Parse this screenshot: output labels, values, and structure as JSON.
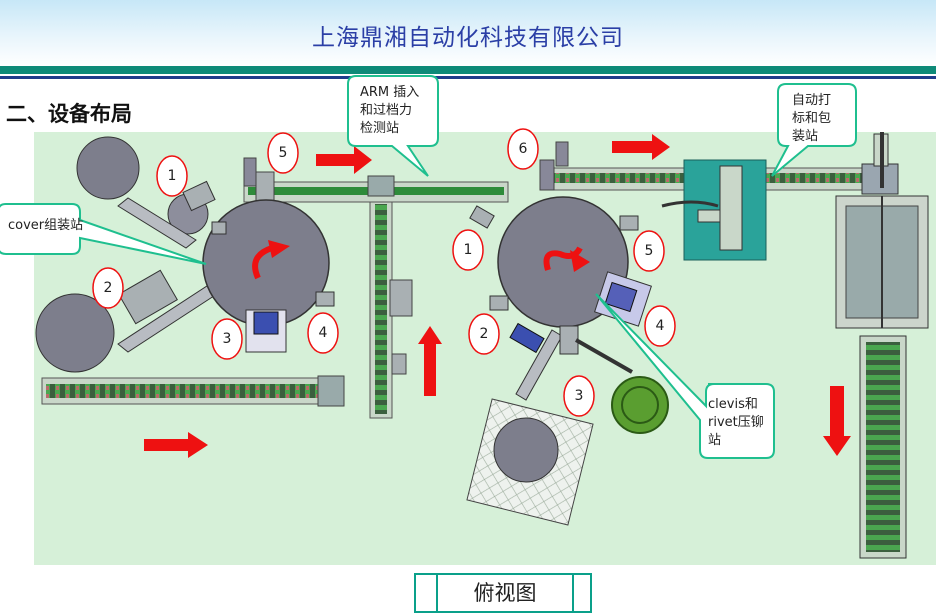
{
  "header": {
    "title": "上海鼎湘自动化科技有限公司"
  },
  "section": {
    "heading": "二、设备布局"
  },
  "callouts": {
    "arm_station": [
      "ARM 插入",
      "和过档力",
      "检测站"
    ],
    "cover_station": "cover组装站",
    "labeling_station": [
      "自动打",
      "标和包",
      "装站"
    ],
    "clevis_station": [
      "clevis和",
      "rivet压铆",
      "站"
    ]
  },
  "left_table_numbers": [
    "1",
    "2",
    "3",
    "4",
    "5"
  ],
  "right_table_numbers": [
    "1",
    "2",
    "3",
    "4",
    "5",
    "6"
  ],
  "caption": "俯视图",
  "colors": {
    "floor": "#d6f0d8",
    "table": "#7d7e8c",
    "callout_border": "#1fbf8f",
    "arrow": "#ee1111",
    "conveyor": "#2e8b3a",
    "labeler": "#2aa39a",
    "title": "#2b3fa6"
  }
}
